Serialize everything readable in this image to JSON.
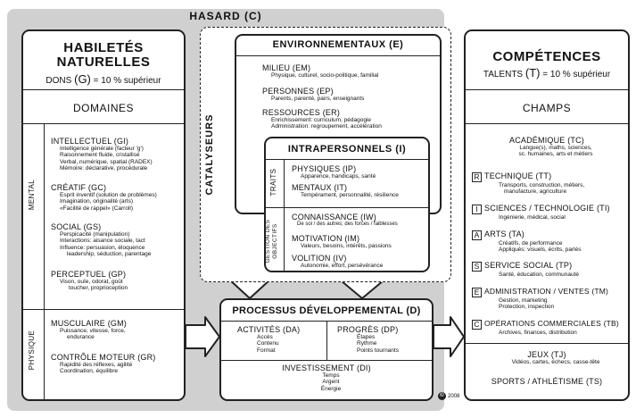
{
  "hasard": {
    "title": "HASARD (C)"
  },
  "dons": {
    "title_line1": "HABILETÉS",
    "title_line2": "NATURELLES",
    "subtitle_prefix": "DONS",
    "subtitle_letter": "(G)",
    "subtitle_suffix": "= 10 % supérieur",
    "section": "DOMAINES",
    "mental_label": "MENTAL",
    "physique_label": "PHYSIQUE",
    "items": [
      {
        "title": "INTELLECTUEL (GI)",
        "lines": [
          "Intelligence générale (facteur 'g')",
          "Raisonnement fluide, cristallisé",
          "Verbal, numérique, spatial (RADEX)",
          "Mémoire: déclarative, procédurale"
        ]
      },
      {
        "title": "CRÉATIF (GC)",
        "lines": [
          "Esprit inventif (solution de problèmes)",
          "Imagination, originalité (arts)",
          "«Facilité de rappel» (Carroll)"
        ]
      },
      {
        "title": "SOCIAL (GS)",
        "lines": [
          "Perspicacité (manipulation)",
          "Interactions: aisance sociale, tact",
          "Influence: persuasion, éloquence",
          "leadership, séduction, parentage"
        ]
      },
      {
        "title": "PERCEPTUEL (GP)",
        "lines": [
          "Vison, ouïe, odorat, goût",
          "toucher, proprioception"
        ]
      },
      {
        "title": "MUSCULAIRE (GM)",
        "lines": [
          "Puissance, vitesse, force,",
          "endurance"
        ]
      },
      {
        "title": "CONTRÔLE MOTEUR (GR)",
        "lines": [
          "Rapidité des réflexes, agilité",
          "Coordination, équilibre"
        ]
      }
    ]
  },
  "catalyseurs": {
    "label": "CATALYSEURS",
    "env": {
      "title": "ENVIRONNEMENTAUX (E)",
      "items": [
        {
          "title": "MILIEU (EM)",
          "lines": [
            "Physique, culturel, socio-politique, familial"
          ]
        },
        {
          "title": "PERSONNES (EP)",
          "lines": [
            "Parents, parenté, pairs, enseignants"
          ]
        },
        {
          "title": "RESSOURCES (ER)",
          "lines": [
            "Enrichissement: curriculum, pédagogie",
            "Administration: regroupement, accélération"
          ]
        }
      ]
    },
    "intra": {
      "title": "INTRAPERSONNELS (I)",
      "traits_label": "TRAITS",
      "gestion_label_1": "GESTION DES",
      "gestion_label_2": "OBJECTIFS",
      "items": [
        {
          "title": "PHYSIQUES (IP)",
          "lines": [
            "Apparence, handicaps, santé"
          ]
        },
        {
          "title": "MENTAUX (IT)",
          "lines": [
            "Tempérament, personnalité, résilience"
          ]
        },
        {
          "title": "CONNAISSANCE (IW)",
          "lines": [
            "De soi / des autres; des forces / faiblesses"
          ]
        },
        {
          "title": "MOTIVATION (IM)",
          "lines": [
            "Valeurs, besoins, intérêts, passions"
          ]
        },
        {
          "title": "VOLITION (IV)",
          "lines": [
            "Autonomie, effort, persévérance"
          ]
        }
      ]
    }
  },
  "processus": {
    "title": "PROCESSUS DÉVELOPPEMENTAL (D)",
    "activites": {
      "title": "ACTIVITÉS (DA)",
      "lines": [
        "Accès",
        "Contenu",
        "Format"
      ]
    },
    "progres": {
      "title": "PROGRÈS (DP)",
      "lines": [
        "Étapes",
        "Rythme",
        "Points tournants"
      ]
    },
    "investissement": {
      "title": "INVESTISSEMENT (DI)",
      "lines": [
        "Temps",
        "Argent",
        "Énergie"
      ]
    }
  },
  "competences": {
    "title": "COMPÉTENCES",
    "subtitle_prefix": "TALENTS",
    "subtitle_letter": "(T)",
    "subtitle_suffix": "= 10 % supérieur",
    "section": "CHAMPS",
    "items": [
      {
        "title": "ACADÉMIQUE (TC)",
        "lines": [
          "Langue(s), maths, sciences,",
          "sc. humaines, arts et métiers"
        ]
      },
      {
        "title": "TECHNIQUE (TT)",
        "letter": "R",
        "lines": [
          "Transports, construction, métiers,",
          "manufacture, agriculture"
        ]
      },
      {
        "title": "SCIENCES / TECHNOLOGIE (TI)",
        "letter": "I",
        "lines": [
          "Ingénierie, médical, social"
        ]
      },
      {
        "title": "ARTS (TA)",
        "letter": "A",
        "lines": [
          "Créatifs, de performance",
          "Appliqués: visuels, écrits, parlés"
        ]
      },
      {
        "title": "SERVICE SOCIAL (TP)",
        "letter": "S",
        "lines": [
          "Santé, éducation, communauté"
        ]
      },
      {
        "title": "ADMINISTRATION / VENTES (TM)",
        "letter": "E",
        "lines": [
          "Gestion, marketing",
          "Protection, inspection"
        ]
      },
      {
        "title": "OPÉRATIONS COMMERCIALES (TB)",
        "letter": "C",
        "lines": [
          "Archives, finances, distribution"
        ]
      },
      {
        "title": "JEUX (TJ)",
        "lines": [
          "Vidéos, cartes, échecs, casse-tête"
        ]
      },
      {
        "title": "SPORTS / ATHLÉTISME (TS)",
        "lines": []
      }
    ]
  },
  "copyright": {
    "year": "2008"
  }
}
